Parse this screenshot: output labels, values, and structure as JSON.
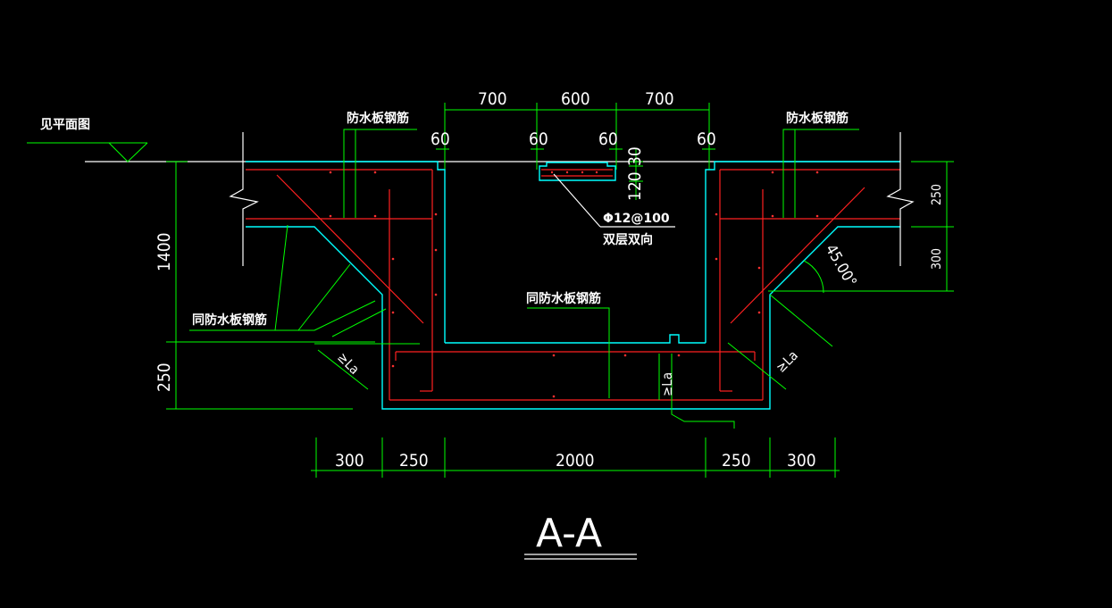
{
  "drawing": {
    "title": "A-A",
    "labels": {
      "see_plan": "见平面图",
      "waterproof_rebar_left": "防水板钢筋",
      "waterproof_rebar_right": "防水板钢筋",
      "same_waterproof_left": "同防水板钢筋",
      "same_waterproof_center": "同防水板钢筋",
      "rebar_spec": "Φ12@100",
      "rebar_spec_note": "双层双向",
      "angle": "45.00°",
      "la_left": "≥La",
      "la_center": "≥La",
      "la_right": "≥La"
    },
    "dims_top": [
      "700",
      "600",
      "700"
    ],
    "dims_sixty": [
      "60",
      "60",
      "60",
      "60"
    ],
    "dims_slab": [
      "30",
      "120"
    ],
    "dims_bottom": [
      "300",
      "250",
      "2000",
      "250",
      "300"
    ],
    "dims_left_vertical": [
      "1400",
      "250"
    ],
    "dims_right_vertical": [
      "250",
      "300"
    ]
  },
  "colors": {
    "background": "#000000",
    "dimension_line": "#00ff00",
    "rebar": "#ff2020",
    "concrete_outline": "#00ffff",
    "text": "#ffffff"
  }
}
